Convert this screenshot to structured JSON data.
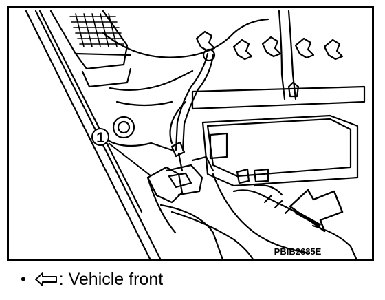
{
  "figure": {
    "callout_number": "1",
    "figure_code": "PBIB2685E"
  },
  "caption": {
    "bullet": "•",
    "arrow_icon": "outline-left-arrow-icon",
    "text": ": Vehicle front"
  }
}
